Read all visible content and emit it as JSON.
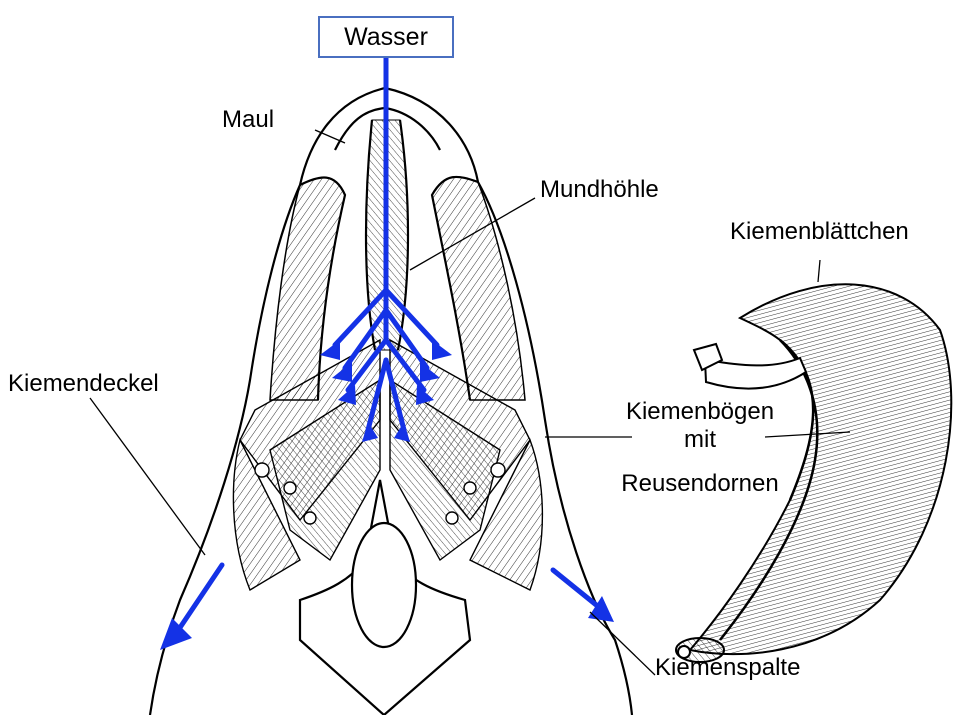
{
  "title": "",
  "water_label": "Wasser",
  "labels": {
    "maul": "Maul",
    "mundhoehle": "Mundhöhle",
    "kiemendeckel": "Kiemendeckel",
    "kiemenblaettchen": "Kiemenblättchen",
    "kiemenboegen_line1": "Kiemenbögen",
    "kiemenboegen_line2": "mit",
    "kiemenboegen_line3": "Reusendornen",
    "kiemenspalte": "Kiemenspalte"
  },
  "colors": {
    "water_flow": "#1432e6",
    "outline": "#000000",
    "box_border": "#4a6fc0"
  }
}
